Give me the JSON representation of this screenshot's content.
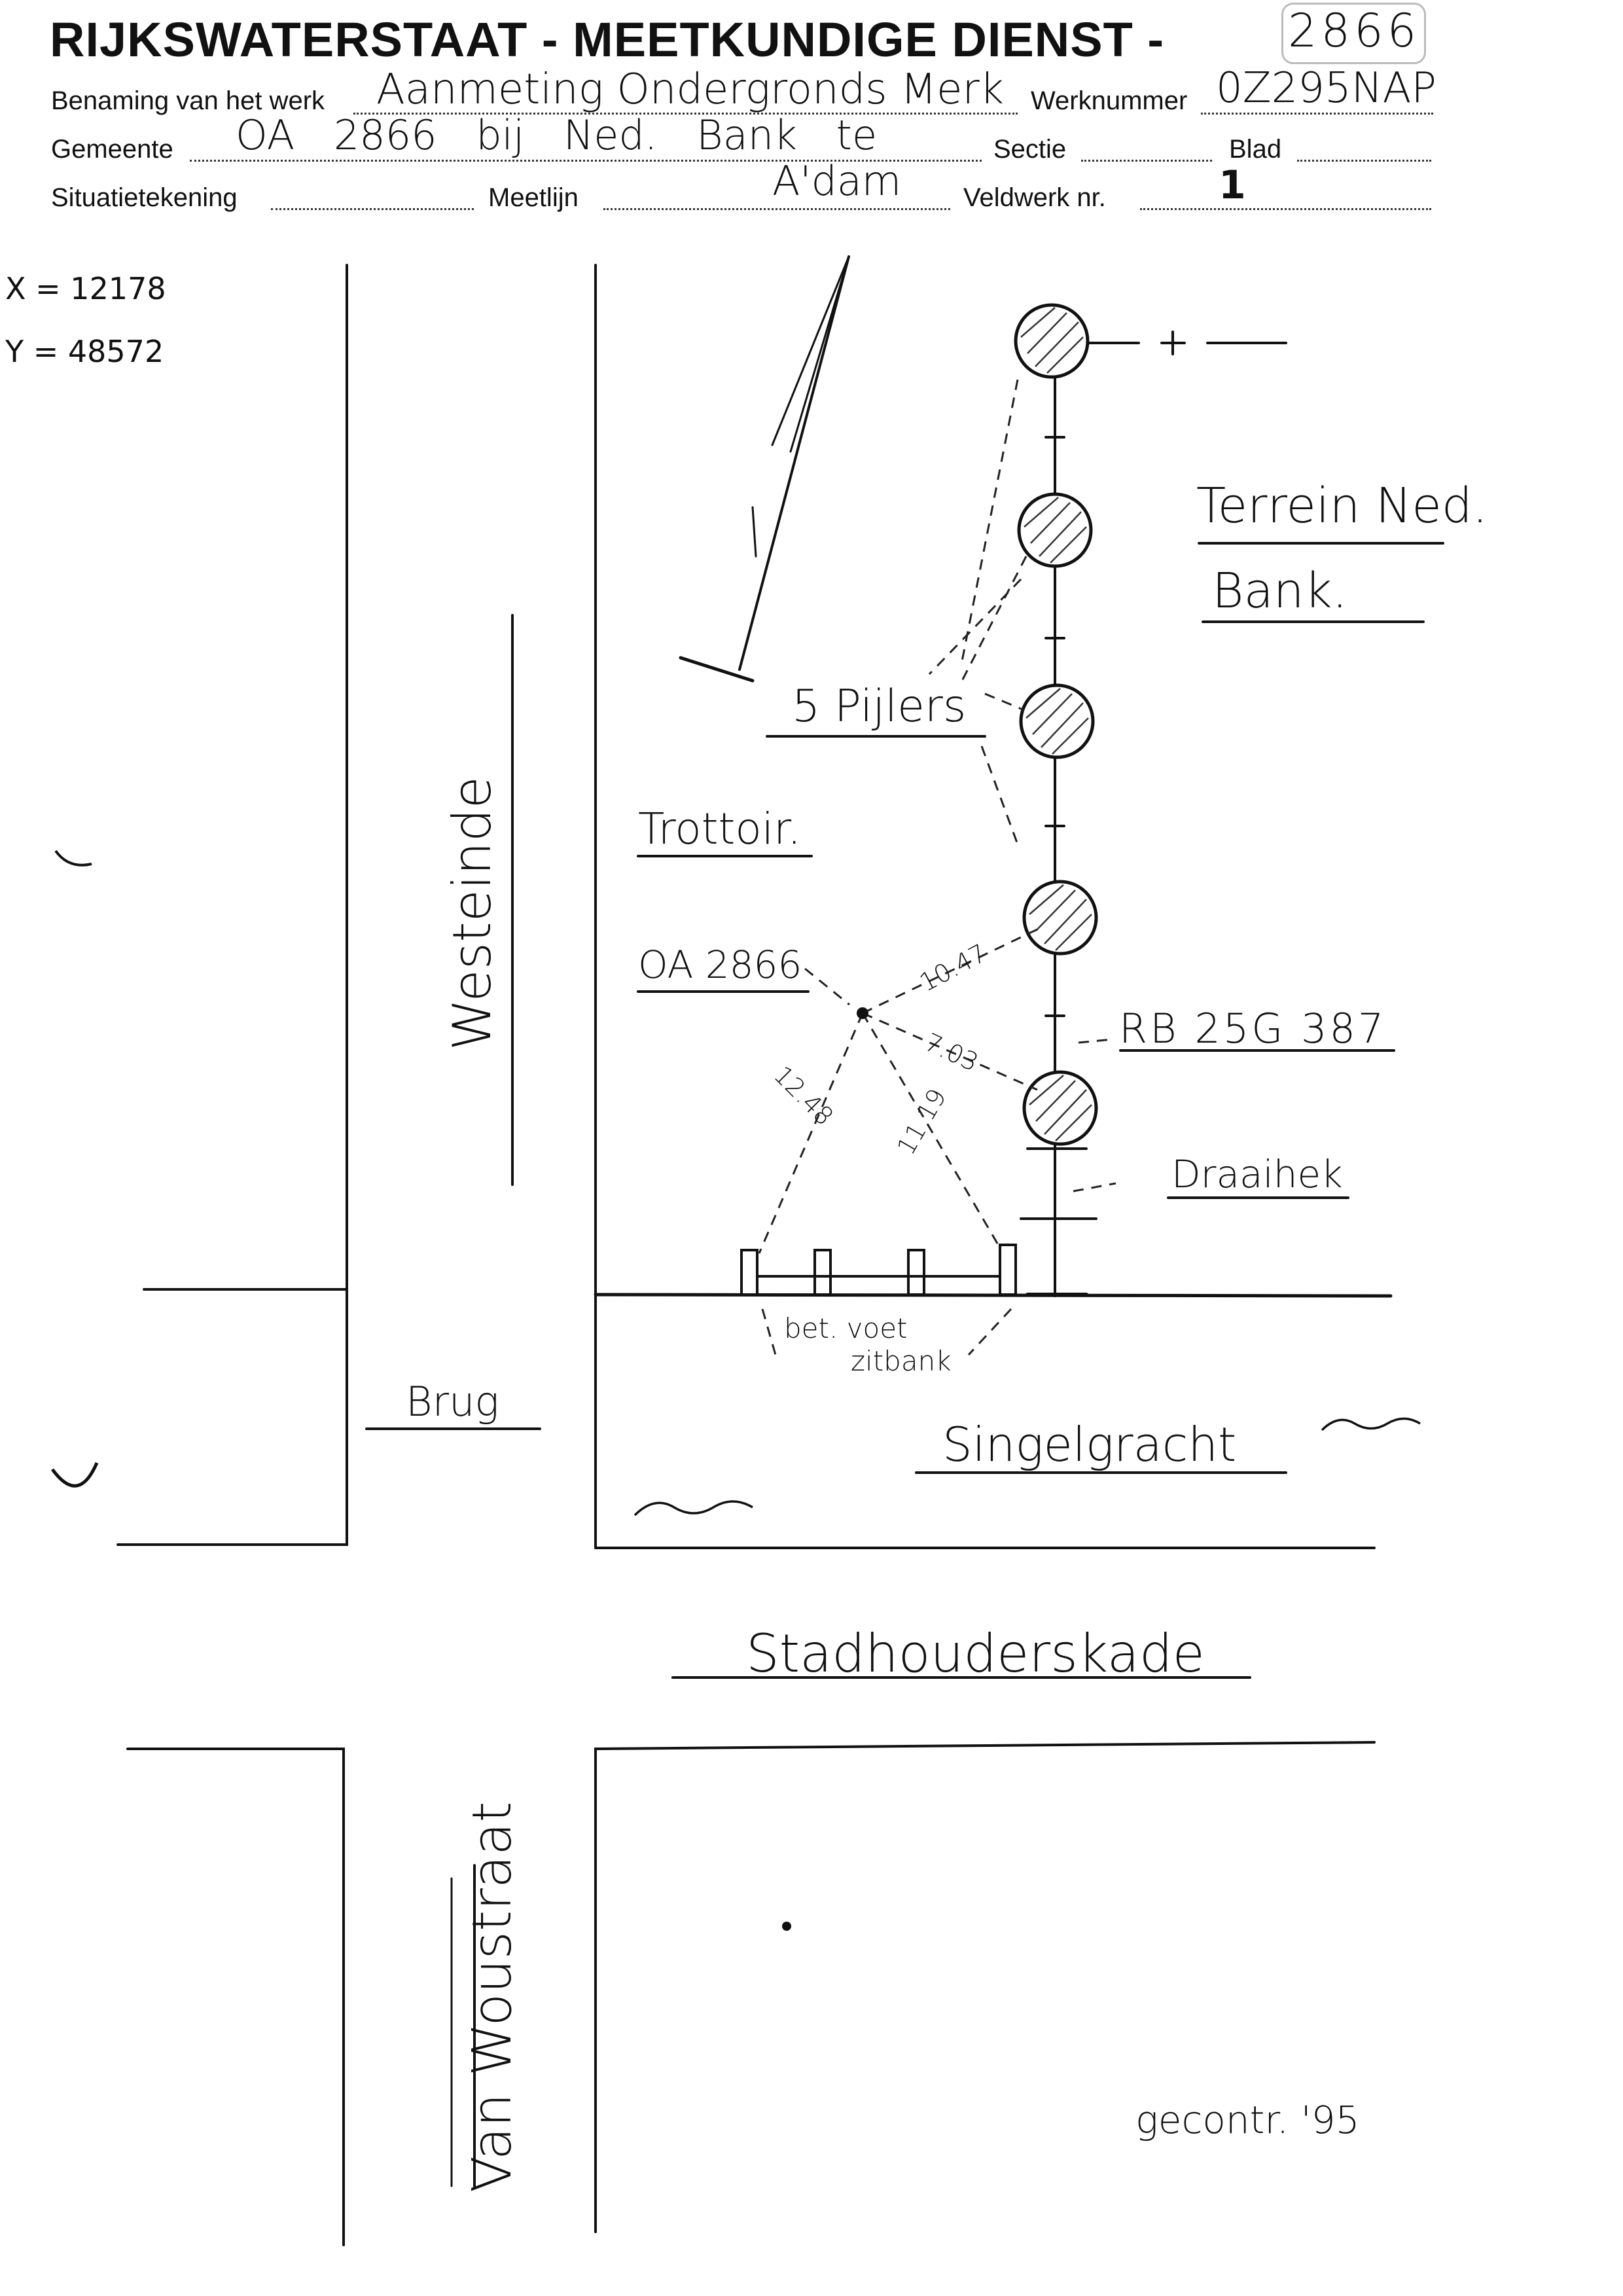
{
  "header": {
    "title": "RIJKSWATERSTAAT - MEETKUNDIGE DIENST -",
    "sheet_number": "2866"
  },
  "form": {
    "work_label": "Benaming van het werk",
    "work_value": "Aanmeting Ondergronds Merk",
    "worknumber_label": "Werknummer",
    "worknumber_value": "0Z295NAP",
    "municipality_label": "Gemeente",
    "municipality_value": "OA 2866 bij Ned. Bank te",
    "section_label": "Sectie",
    "sheet_label": "Blad",
    "situation_label": "Situatietekening",
    "line_label": "Meetlijn",
    "line_value": "A'dam",
    "fieldwork_label": "Veldwerk nr.",
    "fieldwork_value": "1"
  },
  "coordinates": {
    "x": "X = 12178",
    "y": "Y = 48572"
  },
  "sketch": {
    "terrain_line1": "Terrein Ned.",
    "terrain_line2": "Bank.",
    "pillars": "5 Pijlers",
    "sidewalk": "Trottoir.",
    "street_westeinde": "Westeinde",
    "marker": "OA 2866",
    "dist_1": "10.47",
    "dist_2": "7.03",
    "dist_3": "12.48",
    "dist_4": "11.19",
    "benchmark": "RB 25G 387",
    "gate": "Draaihek",
    "bench_line1": "bet. voet",
    "bench_line2": "zitbank",
    "bridge": "Brug",
    "canal": "Singelgracht",
    "street_stadhouderskade": "Stadhouderskade",
    "street_vanwoustraat": "Van Woustraat",
    "checked": "gecontr. '95"
  }
}
